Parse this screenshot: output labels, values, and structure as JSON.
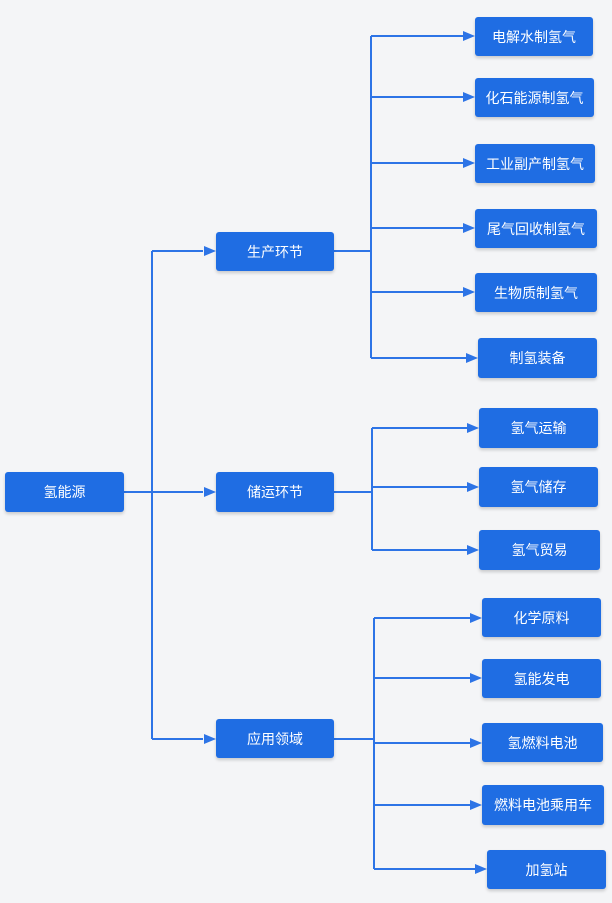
{
  "root": {
    "label": "氢能源"
  },
  "categories": [
    {
      "label": "生产环节",
      "children": [
        "电解水制氢气",
        "化石能源制氢气",
        "工业副产制氢气",
        "尾气回收制氢气",
        "生物质制氢气",
        "制氢装备"
      ]
    },
    {
      "label": "储运环节",
      "children": [
        "氢气运输",
        "氢气储存",
        "氢气贸易"
      ]
    },
    {
      "label": "应用领域",
      "children": [
        "化学原料",
        "氢能发电",
        "氢燃料电池",
        "燃料电池乘用车",
        "加氢站"
      ]
    }
  ],
  "colors": {
    "node_fill": "#1f6de3",
    "connector": "#2d74e6",
    "background": "#f4f5f7"
  }
}
